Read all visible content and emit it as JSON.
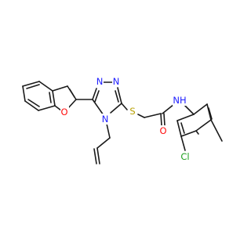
{
  "molecule": {
    "atom_labels": [
      {
        "id": "n_top_left",
        "text": "N",
        "color": "#2020ff"
      },
      {
        "id": "n_top_right",
        "text": "N",
        "color": "#2020ff"
      },
      {
        "id": "n_ring",
        "text": "N",
        "color": "#2020ff"
      },
      {
        "id": "o_furan",
        "text": "O",
        "color": "#ff0d0d"
      },
      {
        "id": "s_thioether",
        "text": "S",
        "color": "#b8a000"
      },
      {
        "id": "o_carbonyl",
        "text": "O",
        "color": "#ff0d0d"
      },
      {
        "id": "nh_amide",
        "text": "NH",
        "color": "#2020ff"
      },
      {
        "id": "cl",
        "text": "Cl",
        "color": "#1fa01f"
      }
    ],
    "colors": {
      "bond": "#1a1a1a",
      "nitrogen": "#2020ff",
      "oxygen": "#ff0d0d",
      "sulfur": "#b8a000",
      "chlorine": "#1fa01f"
    }
  }
}
